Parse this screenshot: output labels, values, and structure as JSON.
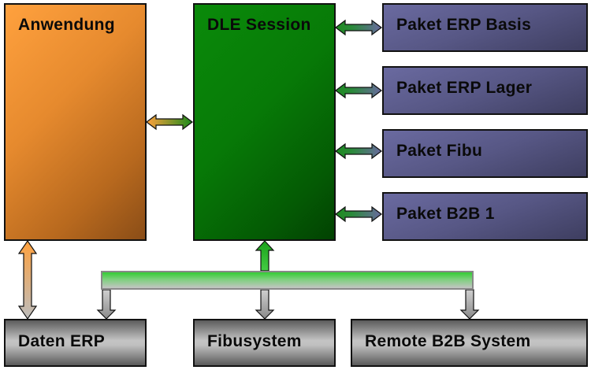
{
  "diagram": {
    "nodes": {
      "anwendung": {
        "label": "Anwendung",
        "color": "#f0902f"
      },
      "dle_session": {
        "label": "DLE Session",
        "color": "#067806"
      },
      "pakete": [
        {
          "label": "Paket ERP Basis"
        },
        {
          "label": "Paket ERP Lager"
        },
        {
          "label": "Paket Fibu"
        },
        {
          "label": "Paket B2B 1"
        }
      ],
      "paket_color": "#5a5a8a",
      "systems": [
        {
          "label": "Daten ERP"
        },
        {
          "label": "Fibusystem"
        },
        {
          "label": "Remote B2B System"
        }
      ],
      "system_color": "#b0b0b0"
    },
    "bus_color": "#33cc33",
    "edges": [
      {
        "from": "Anwendung",
        "to": "DLE Session",
        "type": "bidirectional"
      },
      {
        "from": "DLE Session",
        "to": "Paket ERP Basis",
        "type": "bidirectional"
      },
      {
        "from": "DLE Session",
        "to": "Paket ERP Lager",
        "type": "bidirectional"
      },
      {
        "from": "DLE Session",
        "to": "Paket Fibu",
        "type": "bidirectional"
      },
      {
        "from": "DLE Session",
        "to": "Paket B2B 1",
        "type": "bidirectional"
      },
      {
        "from": "Anwendung",
        "to": "Daten ERP",
        "type": "bidirectional"
      },
      {
        "from": "Bus",
        "to": "DLE Session",
        "type": "directed"
      },
      {
        "from": "Bus",
        "to": "Daten ERP",
        "type": "directed"
      },
      {
        "from": "Bus",
        "to": "Fibusystem",
        "type": "directed"
      },
      {
        "from": "Bus",
        "to": "Remote B2B System",
        "type": "directed"
      }
    ]
  }
}
